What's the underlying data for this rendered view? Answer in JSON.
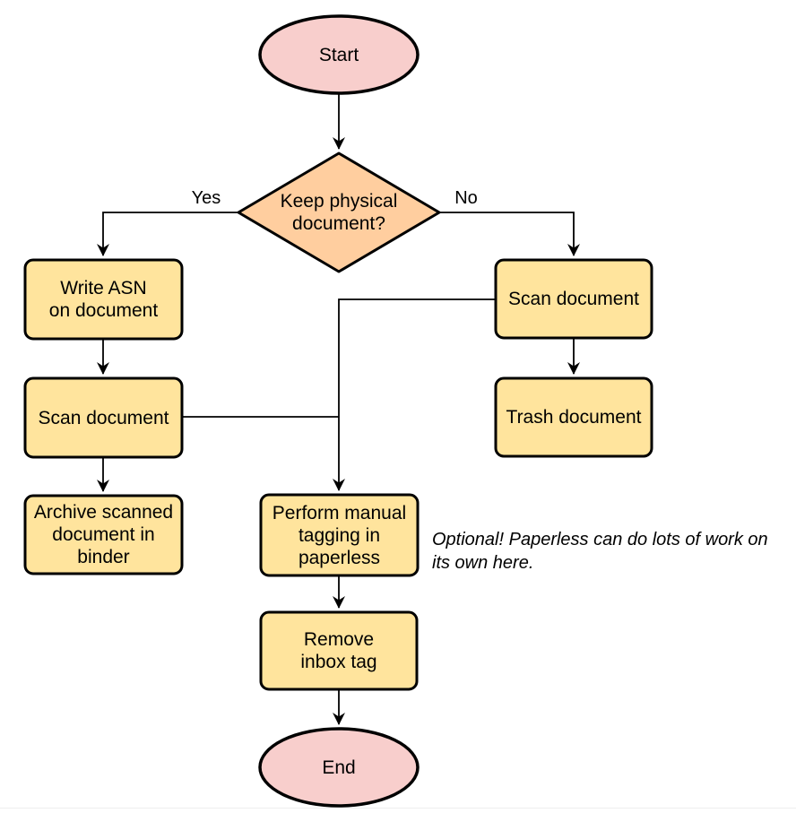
{
  "diagram": {
    "nodes": {
      "start": {
        "label": "Start",
        "shape": "terminal"
      },
      "decision_keep_physical": {
        "label": "Keep physical\ndocument?",
        "shape": "decision"
      },
      "write_asn": {
        "label": "Write ASN\non document",
        "shape": "process"
      },
      "scan_document_left": {
        "label": "Scan document",
        "shape": "process"
      },
      "archive_binder": {
        "label": "Archive scanned\ndocument in\nbinder",
        "shape": "process"
      },
      "scan_document_right": {
        "label": "Scan document",
        "shape": "process"
      },
      "trash_document": {
        "label": "Trash document",
        "shape": "process"
      },
      "manual_tagging": {
        "label": "Perform manual\ntagging in\npaperless",
        "shape": "process"
      },
      "remove_inbox_tag": {
        "label": "Remove\ninbox tag",
        "shape": "process"
      },
      "end": {
        "label": "End",
        "shape": "terminal"
      }
    },
    "edge_labels": {
      "yes": "Yes",
      "no": "No"
    },
    "annotation": "Optional! Paperless can do lots of work on\nits own here.",
    "colors": {
      "terminal_fill": "#f8cecc",
      "decision_fill": "#ffce9f",
      "process_fill": "#ffe49d",
      "stroke": "#000000",
      "background": "#ffffff",
      "bottom_rule": "#eeeeee"
    }
  }
}
